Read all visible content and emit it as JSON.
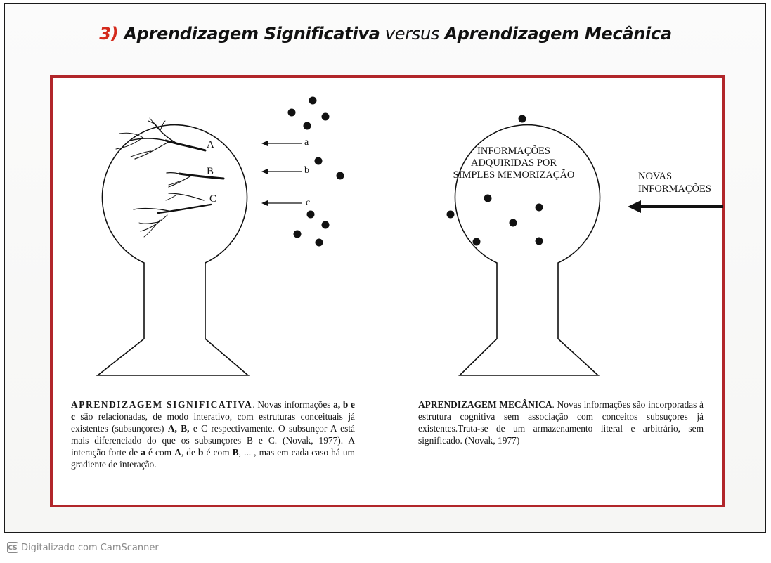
{
  "title": {
    "number": "3)",
    "part1": "Aprendizagem Significativa",
    "connector": " versus ",
    "part2": "Aprendizagem Mecânica"
  },
  "left_figure": {
    "branch_labels": [
      "A",
      "B",
      "C"
    ],
    "arrow_labels": [
      "a",
      "b",
      "c"
    ]
  },
  "right_figure": {
    "inner_text": [
      "INFORMAÇÕES",
      "ADQUIRIDAS POR",
      "SIMPLES MEMORIZAÇÃO"
    ],
    "arrow_text": [
      "NOVAS",
      "INFORMAÇÕES"
    ]
  },
  "captions": {
    "left": {
      "head": "APRENDIZAGEM SIGNIFICATIVA",
      "p1": ". Novas informações ",
      "b_abc": "a, b e c",
      "p2": " são relacionadas, de modo interativo, com estruturas conceituais já existentes (subsunçores) ",
      "b_AB": "A, B,",
      "p3": " e C respectivamente. O subsunçor A está mais diferenciado do que os subsunçores B e C. (Novak, 1977). A interação forte de ",
      "b_a": "a",
      "p4": " é com ",
      "b_A": "A",
      "p5": ", de ",
      "b_b": "b",
      "p6": " é com ",
      "b_B": "B",
      "p7": ", ... , mas em cada caso há um gradiente de interação."
    },
    "right": {
      "head": "APRENDIZAGEM MECÂNICA",
      "body": ". Novas informações são incorporadas à estrutura cognitiva sem associação com conceitos subsuçores já existentes.Trata-se de um armazenamento literal e arbitrário, sem significado. (Novak, 1977)"
    }
  },
  "footer": {
    "icon": "CS",
    "text": "Digitalizado com CamScanner"
  }
}
